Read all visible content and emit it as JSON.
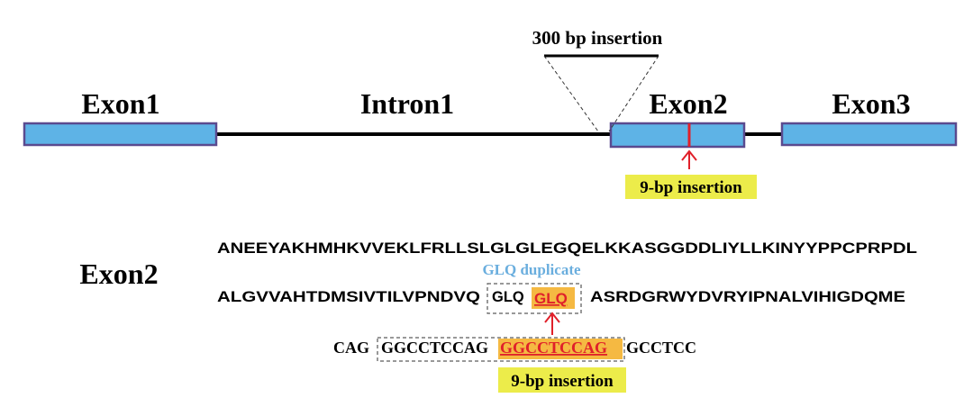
{
  "gene_model": {
    "exon1_label": "Exon1",
    "intron1_label": "Intron1",
    "exon2_label": "Exon2",
    "exon3_label": "Exon3",
    "insertion_300_label": "300 bp insertion",
    "insertion_9_label": "9-bp insertion"
  },
  "sequence_panel": {
    "exon2_label": "Exon2",
    "protein_line1": "ANEEYAKHMHKVVEKLFRLLSLGLGLEGQELKKASGGDDLIYLLKINYYPPCPRPDL",
    "duplicate_label": "GLQ duplicate",
    "protein_line2_before": "ALGVVAHTDMSIVTILVPNDVQ",
    "protein_box_original": "GLQ",
    "protein_box_inserted": "GLQ",
    "protein_line2_after": "ASRDGRWYDVRYIPNALVIHIGDQME",
    "dna_before": "CAG",
    "dna_box_original": "GGCCTCCAG",
    "dna_box_inserted": "GGCCTCCAG",
    "dna_after": "GCCTCC",
    "insertion_9_label": "9-bp insertion"
  },
  "colors": {
    "exon_fill": "#5eb3e6",
    "exon_stroke": "#5a4a8f",
    "highlight_yellow": "#ecec4a",
    "insert_text_red": "#e0202a",
    "insert_box_orange": "#f5b942",
    "arrow_red": "#e0202a",
    "duplicate_blue": "#6aaede"
  }
}
